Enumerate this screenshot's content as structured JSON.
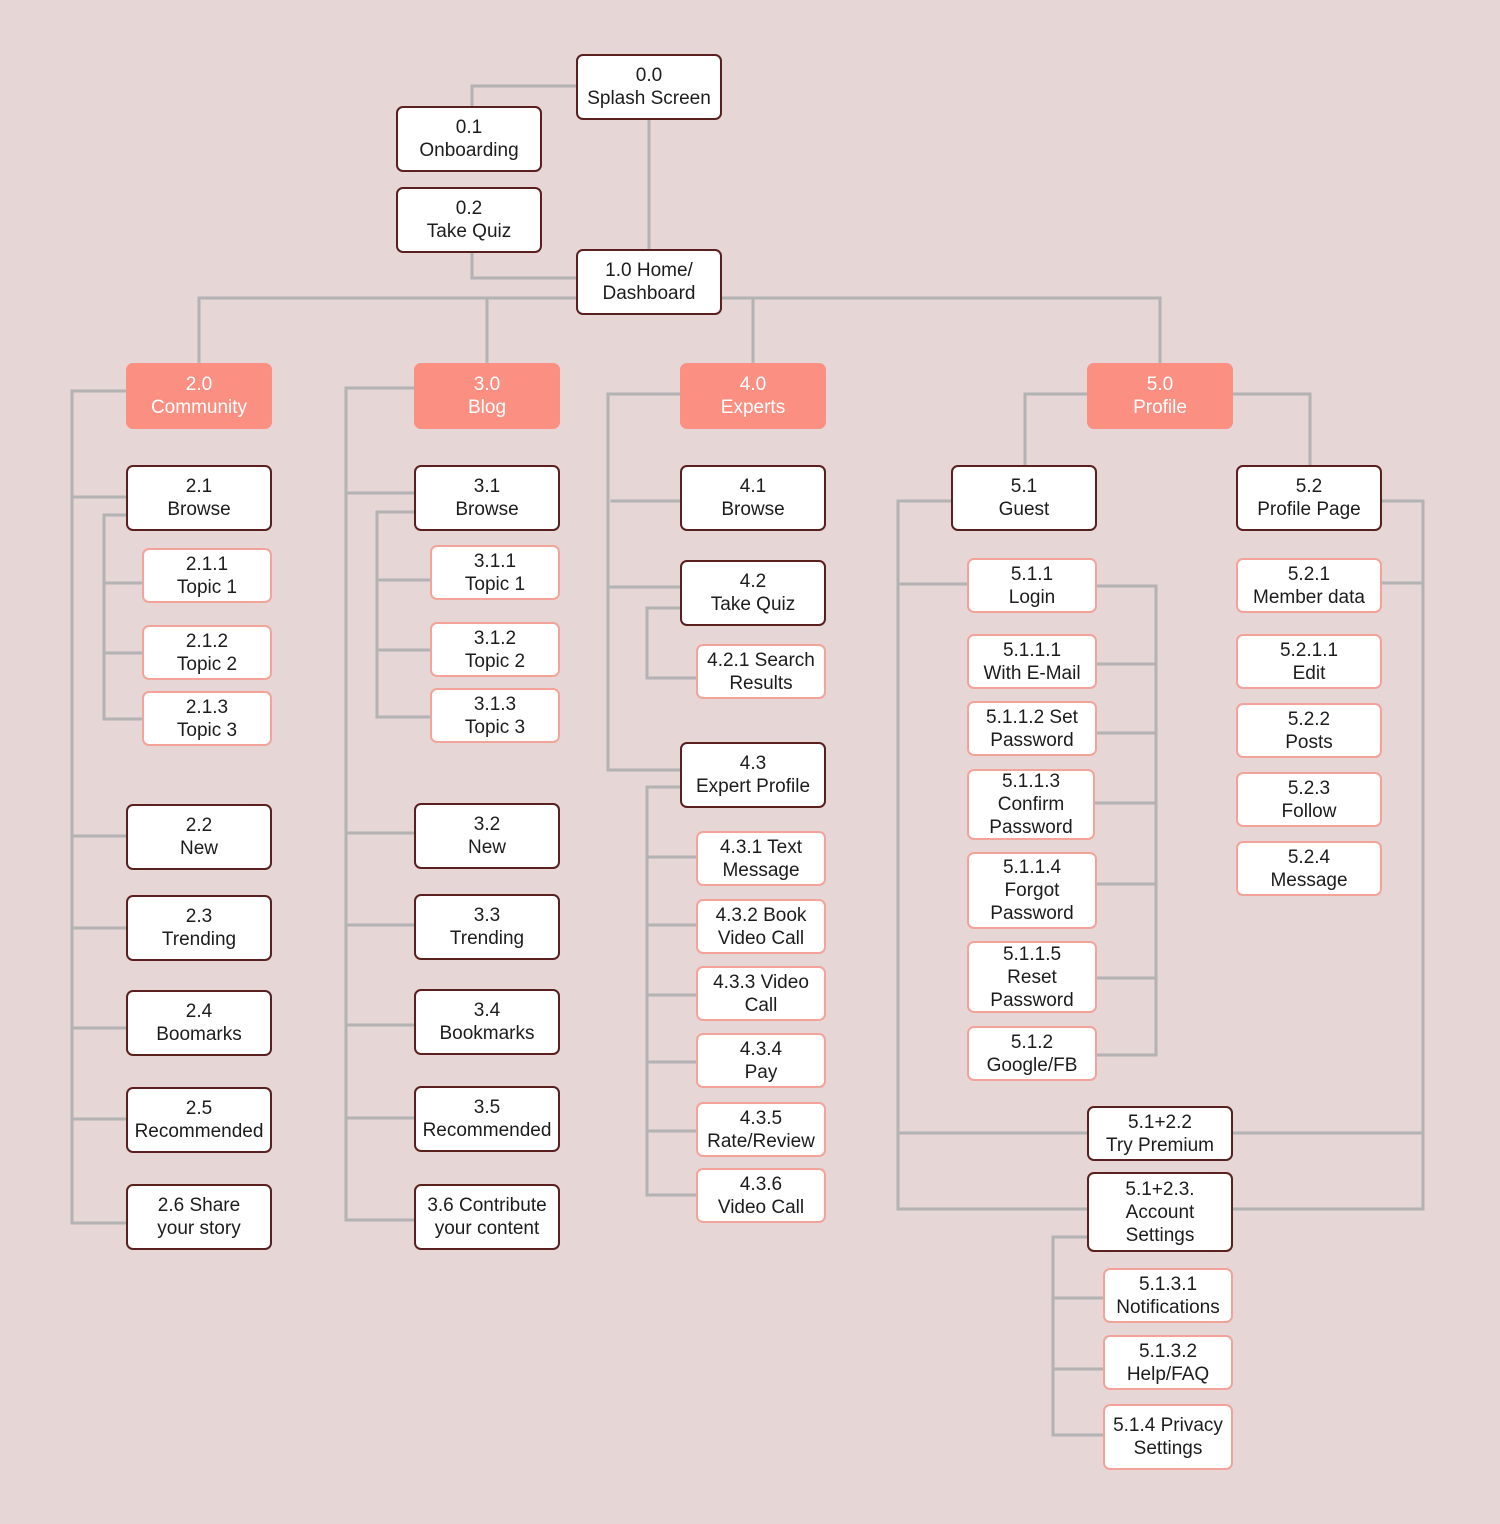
{
  "colors": {
    "background": "#e6d6d6",
    "category_fill": "#fb8f82",
    "dark_border": "#5a1f1f",
    "light_border": "#f3a39a",
    "connector": "#b3b3b3"
  },
  "nodes": {
    "n00": {
      "id": "0.0",
      "label": "Splash Screen"
    },
    "n01": {
      "id": "0.1",
      "label": "Onboarding"
    },
    "n02": {
      "id": "0.2",
      "label": "Take Quiz"
    },
    "n10": {
      "id": "1.0 Home/",
      "label": "Dashboard"
    },
    "n20": {
      "id": "2.0",
      "label": "Community"
    },
    "n21": {
      "id": "2.1",
      "label": "Browse"
    },
    "n211": {
      "id": "2.1.1",
      "label": "Topic 1"
    },
    "n212": {
      "id": "2.1.2",
      "label": "Topic 2"
    },
    "n213": {
      "id": "2.1.3",
      "label": "Topic 3"
    },
    "n22": {
      "id": "2.2",
      "label": "New"
    },
    "n23": {
      "id": "2.3",
      "label": "Trending"
    },
    "n24": {
      "id": "2.4",
      "label": "Boomarks"
    },
    "n25": {
      "id": "2.5",
      "label": "Recommended"
    },
    "n26": {
      "id": "2.6 Share",
      "label": "your story"
    },
    "n30": {
      "id": "3.0",
      "label": "Blog"
    },
    "n31": {
      "id": "3.1",
      "label": "Browse"
    },
    "n311": {
      "id": "3.1.1",
      "label": "Topic 1"
    },
    "n312": {
      "id": "3.1.2",
      "label": "Topic 2"
    },
    "n313": {
      "id": "3.1.3",
      "label": "Topic 3"
    },
    "n32": {
      "id": "3.2",
      "label": "New"
    },
    "n33": {
      "id": "3.3",
      "label": "Trending"
    },
    "n34": {
      "id": "3.4",
      "label": "Bookmarks"
    },
    "n35": {
      "id": "3.5",
      "label": "Recommended"
    },
    "n36": {
      "id": "3.6 Contribute",
      "label": "your content"
    },
    "n40": {
      "id": "4.0",
      "label": "Experts"
    },
    "n41": {
      "id": "4.1",
      "label": "Browse"
    },
    "n42": {
      "id": "4.2",
      "label": "Take Quiz"
    },
    "n421": {
      "id": "4.2.1 Search",
      "label": "Results"
    },
    "n43": {
      "id": "4.3",
      "label": "Expert Profile"
    },
    "n431": {
      "id": "4.3.1 Text",
      "label": "Message"
    },
    "n432": {
      "id": "4.3.2 Book",
      "label": "Video Call"
    },
    "n433": {
      "id": "4.3.3 Video",
      "label": "Call"
    },
    "n434": {
      "id": "4.3.4",
      "label": "Pay"
    },
    "n435": {
      "id": "4.3.5",
      "label": "Rate/Review"
    },
    "n436": {
      "id": "4.3.6",
      "label": "Video Call"
    },
    "n50": {
      "id": "5.0",
      "label": "Profile"
    },
    "n51": {
      "id": "5.1",
      "label": "Guest"
    },
    "n511": {
      "id": "5.1.1",
      "label": "Login"
    },
    "n5111": {
      "id": "5.1.1.1",
      "label": "With E-Mail"
    },
    "n5112": {
      "id": "5.1.1.2 Set",
      "label": "Password"
    },
    "n5113": {
      "id": "5.1.1.3",
      "label": "Confirm\nPassword"
    },
    "n5114": {
      "id": "5.1.1.4",
      "label": "Forgot\nPassword"
    },
    "n5115": {
      "id": "5.1.1.5",
      "label": "Reset\nPassword"
    },
    "n512": {
      "id": "5.1.2",
      "label": "Google/FB"
    },
    "n52": {
      "id": "5.2",
      "label": "Profile Page"
    },
    "n521": {
      "id": "5.2.1",
      "label": "Member data"
    },
    "n5211": {
      "id": "5.2.1.1",
      "label": "Edit"
    },
    "n522": {
      "id": "5.2.2",
      "label": "Posts"
    },
    "n523": {
      "id": "5.2.3",
      "label": "Follow"
    },
    "n524": {
      "id": "5.2.4",
      "label": "Message"
    },
    "n5122": {
      "id": "5.1+2.2",
      "label": "Try Premium"
    },
    "n5123": {
      "id": "5.1+2.3.",
      "label": "Account\nSettings"
    },
    "n5131": {
      "id": "5.1.3.1",
      "label": "Notifications"
    },
    "n5132": {
      "id": "5.1.3.2",
      "label": "Help/FAQ"
    },
    "n514": {
      "id": "5.1.4 Privacy",
      "label": "Settings"
    }
  }
}
